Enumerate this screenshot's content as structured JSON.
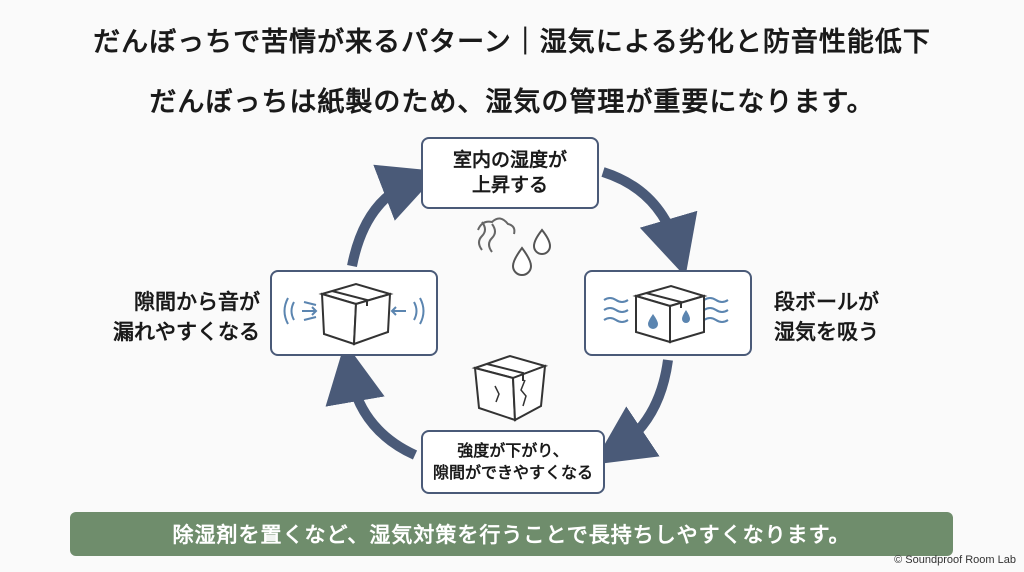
{
  "header": {
    "title": "だんぼっちで苦情が来るパターン｜湿気による劣化と防音性能低下",
    "subtitle": "だんぼっちは紙製のため、湿気の管理が重要になります。"
  },
  "cycle": {
    "top": {
      "line1": "室内の湿度が",
      "line2": "上昇する"
    },
    "right": {
      "line1": "段ボールが",
      "line2": "湿気を吸う"
    },
    "bottom": {
      "line1": "強度が下がり、",
      "line2": "隙間ができやすくなる"
    },
    "left": {
      "line1": "隙間から音が",
      "line2": "漏れやすくなる"
    }
  },
  "banner": {
    "text": "除湿剤を置くなど、湿気対策を行うことで長持ちしやすくなります。"
  },
  "credit": {
    "text": "© Soundproof Room Lab"
  },
  "colors": {
    "arrow": "#4a5a78",
    "banner": "#6f8d6c",
    "water": "#5b85b0"
  }
}
